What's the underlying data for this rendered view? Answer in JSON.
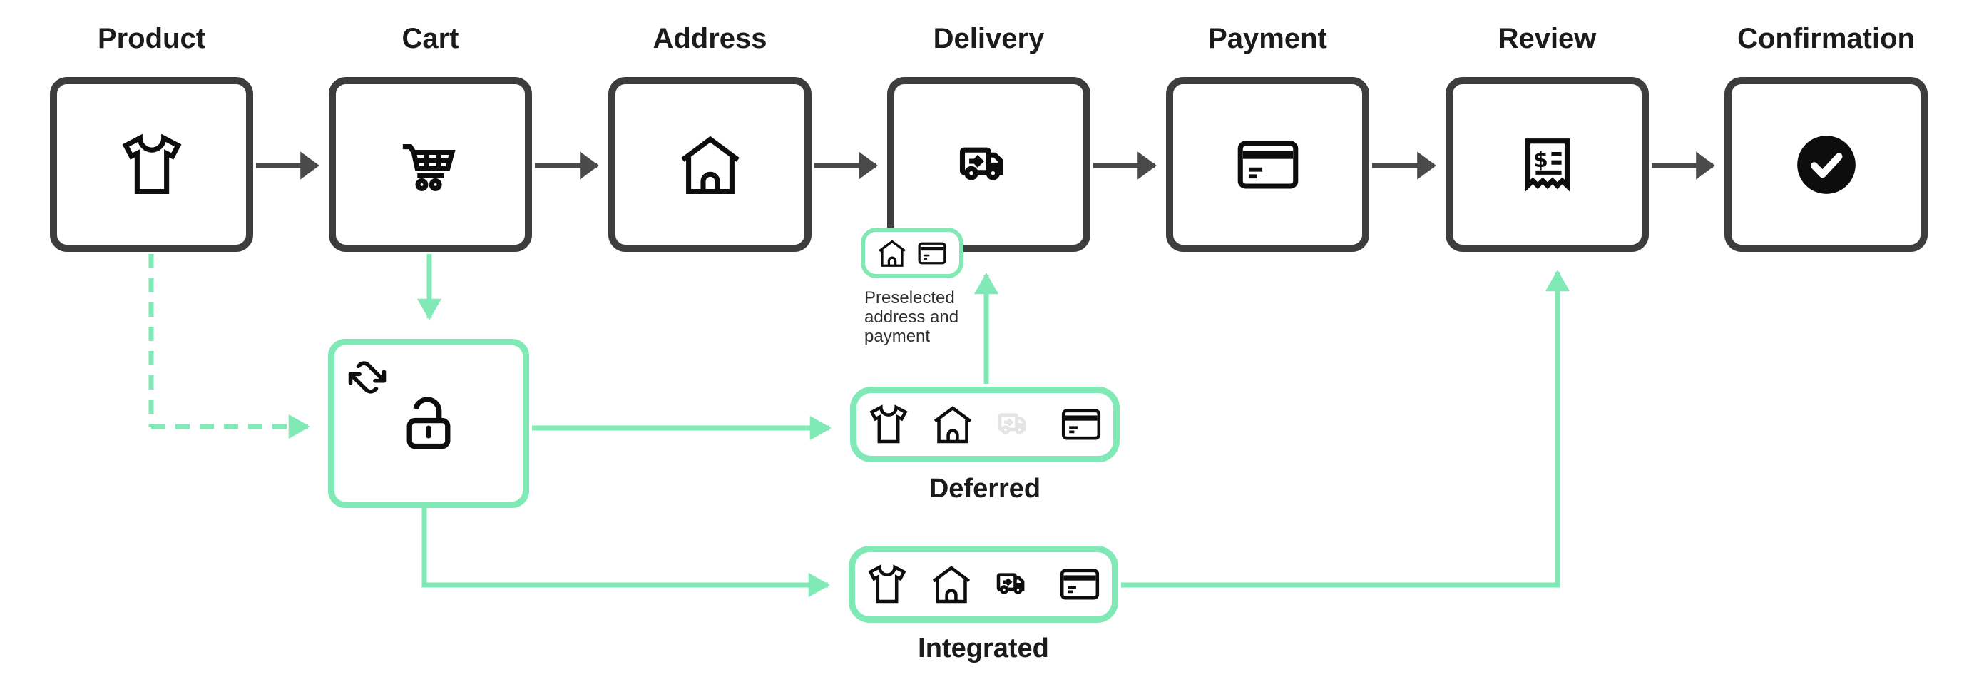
{
  "palette": {
    "accent_green": "#80E9B5",
    "box_border": "#3D3D3D",
    "arrow_dark": "#4A4A4A",
    "icon_black": "#0D0D0D",
    "icon_muted": "#E4E4E4",
    "text_dark": "#1B1B1B",
    "caption_text": "#2E2E2E",
    "background": "#FFFFFF"
  },
  "steps": [
    {
      "label": "Product",
      "icon": "tshirt-icon"
    },
    {
      "label": "Cart",
      "icon": "cart-icon"
    },
    {
      "label": "Address",
      "icon": "house-icon"
    },
    {
      "label": "Delivery",
      "icon": "truck-icon"
    },
    {
      "label": "Payment",
      "icon": "card-icon"
    },
    {
      "label": "Review",
      "icon": "receipt-icon"
    },
    {
      "label": "Confirmation",
      "icon": "check-icon"
    }
  ],
  "checkout_hub": {
    "corner_icon": "sync-icon",
    "main_icon": "unlock-icon"
  },
  "preselected_badge": {
    "icons": [
      "house-icon",
      "card-icon"
    ],
    "caption": "Preselected address and payment"
  },
  "flows": [
    {
      "label": "Deferred",
      "icons": [
        {
          "name": "tshirt-icon",
          "muted": false
        },
        {
          "name": "house-icon",
          "muted": false
        },
        {
          "name": "truck-icon",
          "muted": true
        },
        {
          "name": "card-icon",
          "muted": false
        }
      ]
    },
    {
      "label": "Integrated",
      "icons": [
        {
          "name": "tshirt-icon",
          "muted": false
        },
        {
          "name": "house-icon",
          "muted": false
        },
        {
          "name": "truck-icon",
          "muted": false
        },
        {
          "name": "card-icon",
          "muted": false
        }
      ]
    }
  ]
}
